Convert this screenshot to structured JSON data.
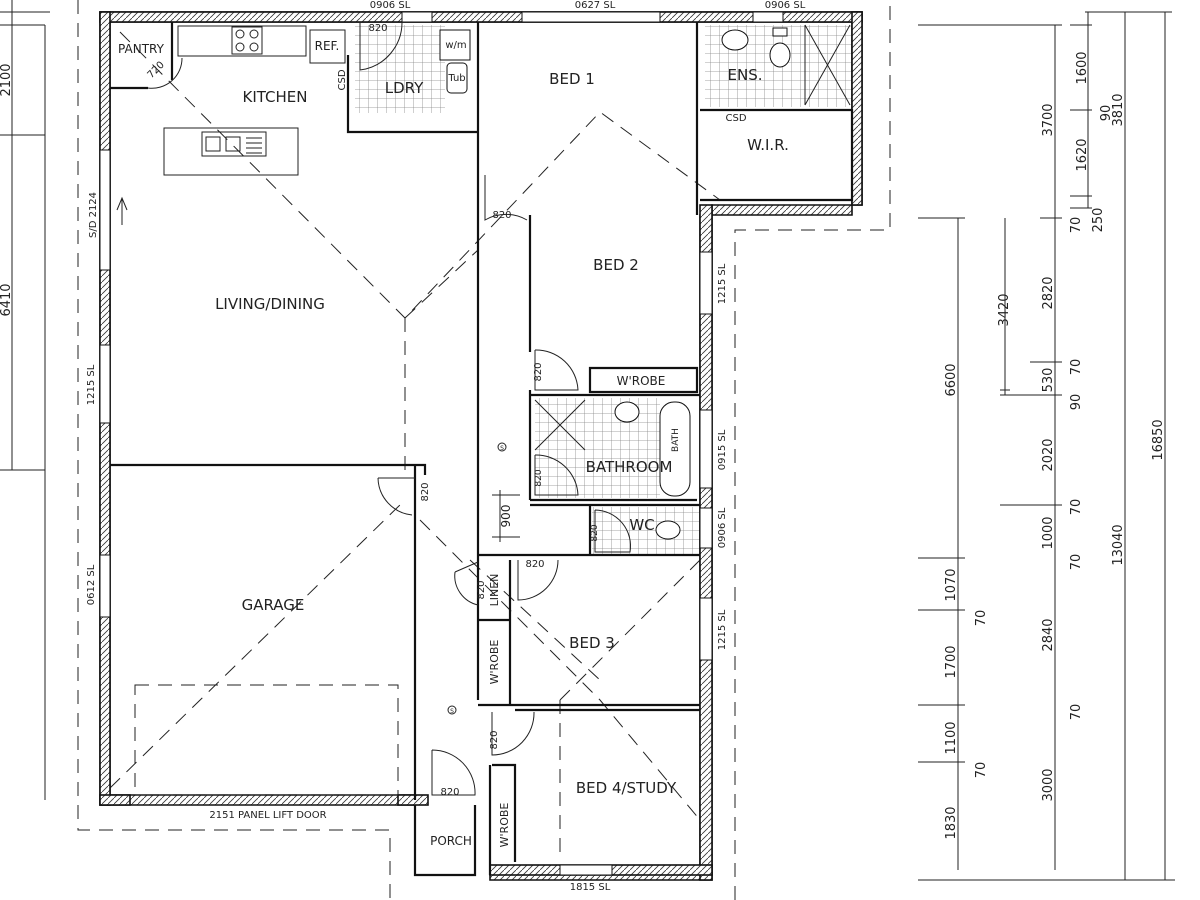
{
  "rooms": {
    "pantry": "PANTRY",
    "kitchen": "KITCHEN",
    "living": "LIVING/DINING",
    "garage": "GARAGE",
    "laundry": "LDRY",
    "bed1": "BED 1",
    "ensuite": "ENS.",
    "wir": "W.I.R.",
    "bed2": "BED 2",
    "wrobe1": "W'ROBE",
    "bathroom": "BATHROOM",
    "wc": "WC",
    "bed3": "BED 3",
    "linen": "LINEN",
    "wrobe2": "W'ROBE",
    "bed4": "BED 4/STUDY",
    "wrobe3": "W'ROBE",
    "porch": "PORCH"
  },
  "fixtures": {
    "ref": "REF.",
    "wm": "w/m",
    "tub": "Tub",
    "bath": "BATH",
    "csd_laundry": "CSD",
    "csd_wir": "CSD"
  },
  "doors": {
    "pantry": "720",
    "laundry": "820",
    "bed1": "820",
    "bed2": "820",
    "bath": "820",
    "wc": "820",
    "garage": "820",
    "bed3": "820",
    "linen": "820",
    "bed4": "820",
    "porch": "820"
  },
  "windows": {
    "top_laundry": "0906 SL",
    "top_bed1": "0627 SL",
    "top_ens": "0906 SL",
    "living_sd": "S/D 2124",
    "living_left": "1215 SL",
    "garage_left": "0612 SL",
    "garage_door": "2151 PANEL LIFT DOOR",
    "bed2_right": "1215 SL",
    "bath_right": "0915 SL",
    "wc_right": "0906 SL",
    "bed3_right": "1215 SL",
    "bed4_bottom": "1815 SL"
  },
  "misc": {
    "hall_width": "900",
    "smoke1": "S",
    "smoke2": "S"
  },
  "dimensions": {
    "left": [
      "2100",
      "6410"
    ],
    "right_col1": [
      "6600",
      "1070",
      "70",
      "1700",
      "1100",
      "70",
      "1830"
    ],
    "right_col2": [
      "3420"
    ],
    "right_col3": [
      "3700",
      "70",
      "2820",
      "530",
      "70",
      "90",
      "2020",
      "70",
      "1000",
      "70",
      "2840",
      "70",
      "3000"
    ],
    "right_col4": [
      "1600",
      "90",
      "1620",
      "250"
    ],
    "right_col5": [
      "3810",
      "13040"
    ],
    "right_col6": [
      "16850"
    ]
  }
}
